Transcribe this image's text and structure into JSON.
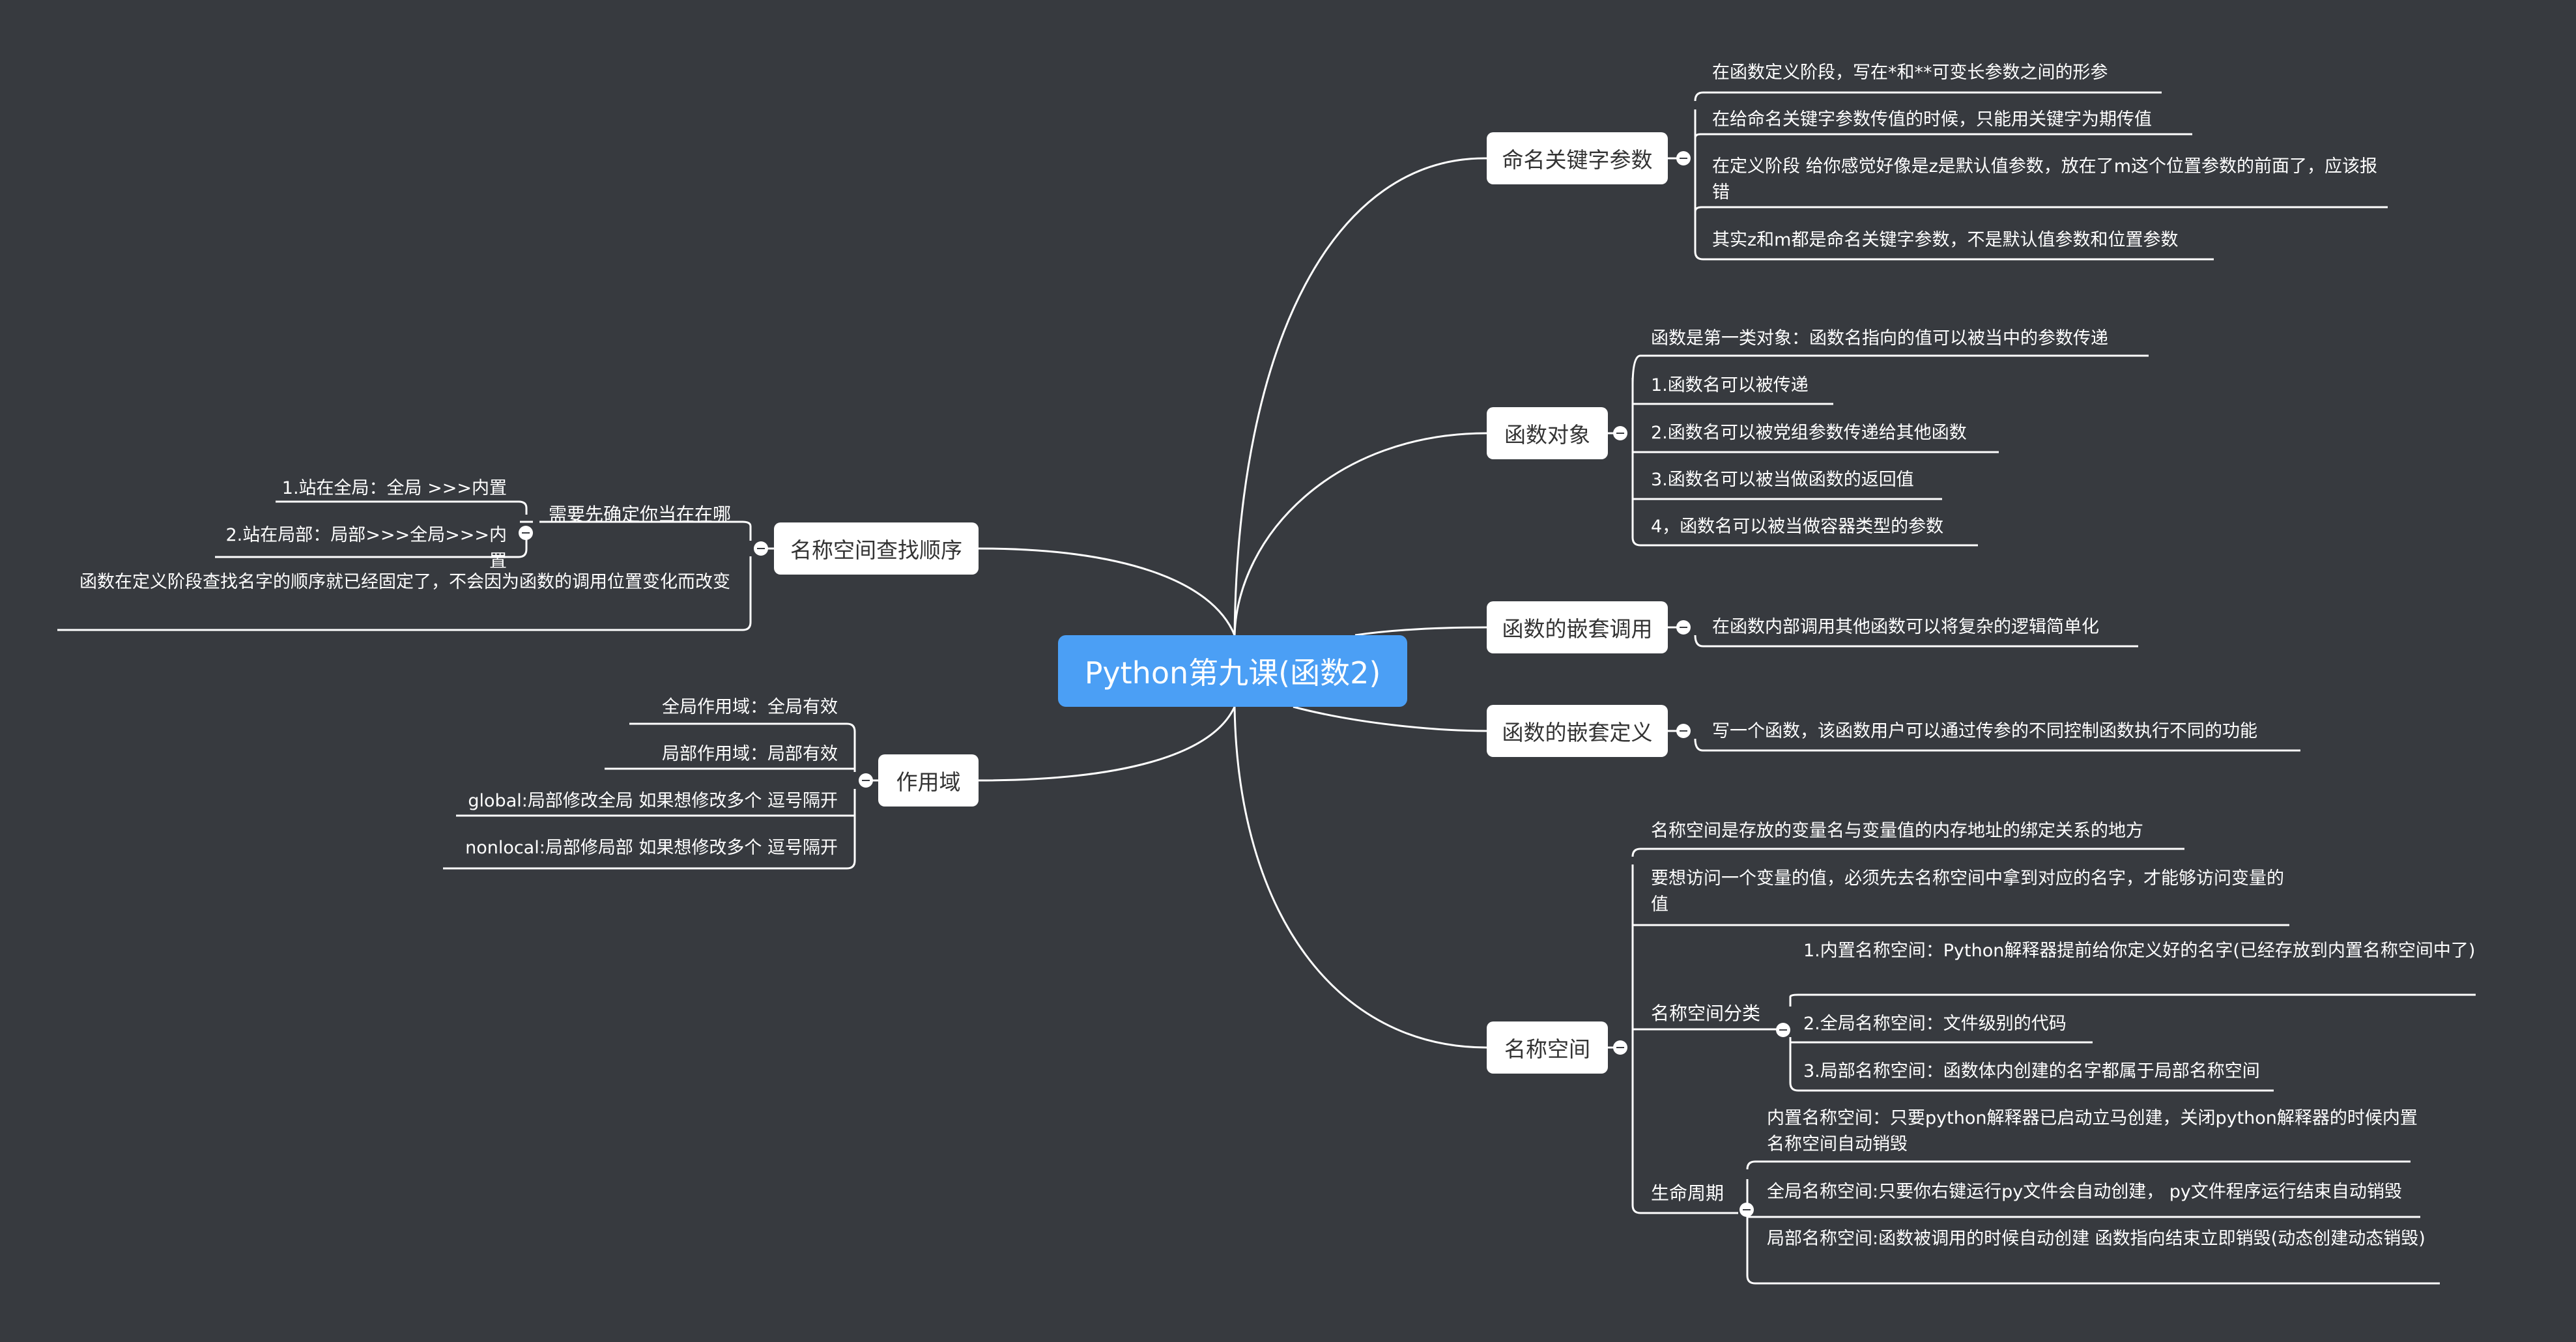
{
  "root": "Python第九课(函数2)",
  "right": {
    "kwonly": {
      "title": "命名关键字参数",
      "items": [
        "在函数定义阶段，写在*和**可变长参数之间的形参",
        "在给命名关键字参数传值的时候，只能用关键字为期传值",
        "在定义阶段 给你感觉好像是z是默认值参数，放在了m这个位置参数的前面了，应该报错",
        "其实z和m都是命名关键字参数，不是默认值参数和位置参数"
      ]
    },
    "funcobj": {
      "title": "函数对象",
      "items": [
        "函数是第一类对象：函数名指向的值可以被当中的参数传递",
        "1.函数名可以被传递",
        "2.函数名可以被党组参数传递给其他函数",
        "3.函数名可以被当做函数的返回值",
        "4，函数名可以被当做容器类型的参数"
      ]
    },
    "nestcall": {
      "title": "函数的嵌套调用",
      "items": [
        "在函数内部调用其他函数可以将复杂的逻辑简单化"
      ]
    },
    "nestdef": {
      "title": "函数的嵌套定义",
      "items": [
        "写一个函数，该函数用户可以通过传参的不同控制函数执行不同的功能"
      ]
    },
    "namespace": {
      "title": "名称空间",
      "items": [
        "名称空间是存放的变量名与变量值的内存地址的绑定关系的地方",
        "要想访问一个变量的值，必须先去名称空间中拿到对应的名字，才能够访问变量的值"
      ],
      "classify": {
        "label": "名称空间分类",
        "items": [
          "1.内置名称空间：Python解释器提前给你定义好的名字(已经存放到内置名称空间中了)",
          "2.全局名称空间：文件级别的代码",
          "3.局部名称空间：函数体内创建的名字都属于局部名称空间"
        ]
      },
      "lifecycle": {
        "label": "生命周期",
        "items": [
          "内置名称空间：只要python解释器已启动立马创建，关闭python解释器的时候内置名称空间自动销毁",
          "全局名称空间:只要你右键运行py文件会自动创建， py文件程序运行结束自动销毁",
          "局部名称空间:函数被调用的时候自动创建 函数指向结束立即销毁(动态创建动态销毁)"
        ]
      }
    }
  },
  "left": {
    "lookup": {
      "title": "名称空间查找顺序",
      "sub": {
        "label": "需要先确定你当在在哪",
        "items": [
          "1.站在全局：全局 >>>内置",
          "2.站在局部：局部>>>全局>>>内置"
        ]
      },
      "items": [
        "函数在定义阶段查找名字的顺序就已经固定了，不会因为函数的调用位置变化而改变"
      ]
    },
    "scope": {
      "title": "作用域",
      "items": [
        "全局作用域：全局有效",
        "局部作用域：局部有效",
        "global:局部修改全局 如果想修改多个 逗号隔开",
        "nonlocal:局部修局部 如果想修改多个 逗号隔开"
      ]
    }
  },
  "colors": {
    "background": "#373a3f",
    "root": "#4b9ff5",
    "line": "#ffffff"
  }
}
